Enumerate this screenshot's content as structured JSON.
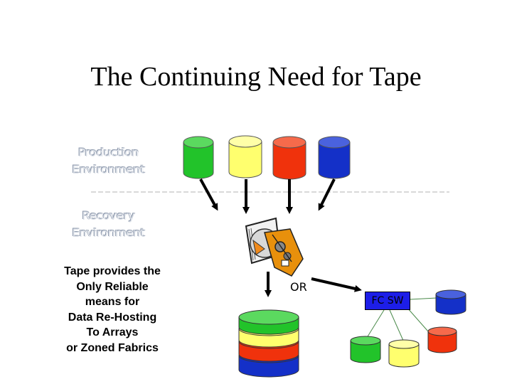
{
  "title": "The Continuing Need for Tape",
  "labels": {
    "production": [
      "Production",
      "Environment"
    ],
    "recovery": [
      "Recovery",
      "Environment"
    ]
  },
  "tape_text": [
    "Tape provides the",
    "Only Reliable",
    "means for",
    "Data Re-Hosting",
    "To Arrays",
    "or Zoned Fabrics"
  ],
  "or_label": "OR",
  "fc_switch_label": "FC SW",
  "colors": {
    "green": "#22c32a",
    "yellow": "#ffff6e",
    "red": "#f0320c",
    "blue": "#1430c8"
  },
  "icons": {
    "tape_library": "tape-library-icon",
    "storage_array": "storage-array-icon"
  }
}
